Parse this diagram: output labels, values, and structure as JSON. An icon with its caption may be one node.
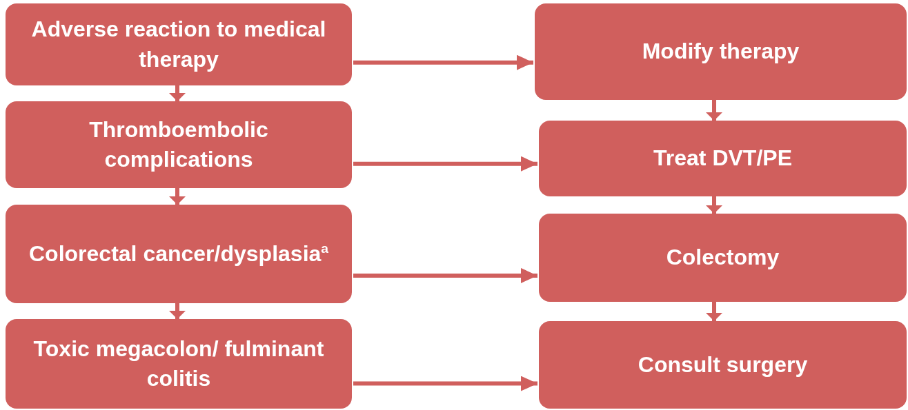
{
  "diagram": {
    "nodes": [
      {
        "text": [
          "Adverse reaction to medical therapy"
        ]
      },
      {
        "text": [
          "Thromboembolic complications"
        ]
      },
      {
        "text": [
          "Colorectal cancer/dysplasia$^{a}$"
        ]
      },
      {
        "text": [
          "Toxic megacolon/ fulminant colitis"
        ]
      },
      {
        "text": [
          "Modify therapy"
        ]
      },
      {
        "text": [
          "Treat DVT/PE"
        ]
      },
      {
        "text": [
          "Colectomy"
        ]
      },
      {
        "text": [
          "Consult surgery"
        ]
      }
    ],
    "edges": [
      {
        "from": 0,
        "to": 1,
        "arrow": "to"
      },
      {
        "from": 1,
        "to": 2,
        "arrow": "to"
      },
      {
        "from": 2,
        "to": 3,
        "arrow": "to"
      },
      {
        "from": 0,
        "to": 4,
        "arrow": "to"
      },
      {
        "from": 1,
        "to": 5,
        "arrow": "to"
      },
      {
        "from": 2,
        "to": 6,
        "arrow": "to"
      },
      {
        "from": 3,
        "to": 7,
        "arrow": "to"
      },
      {
        "from": 4,
        "to": 5,
        "arrow": "to"
      },
      {
        "from": 5,
        "to": 6,
        "arrow": "to"
      },
      {
        "from": 6,
        "to": 7,
        "arrow": "to"
      }
    ]
  }
}
